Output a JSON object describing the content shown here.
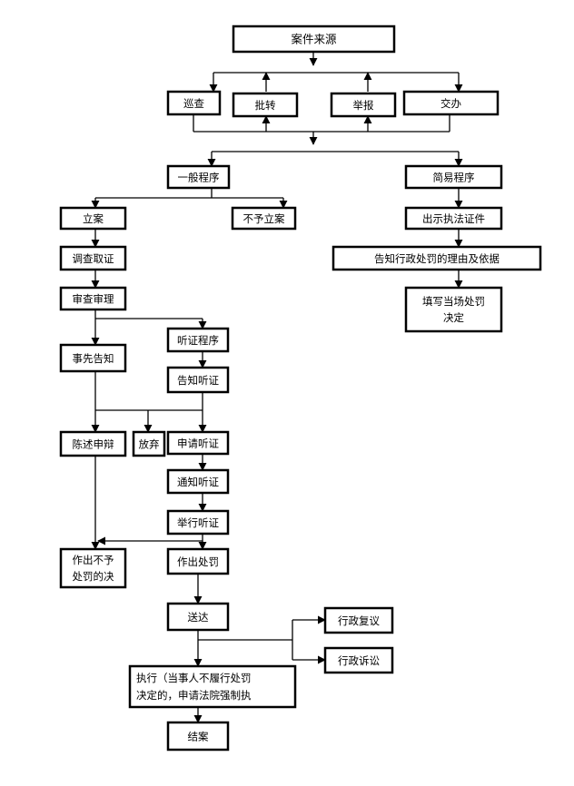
{
  "flowchart": {
    "case_source": "案件来源",
    "sources": [
      "巡查",
      "批转",
      "举报",
      "交办"
    ],
    "general_procedure": "一般程序",
    "simple_procedure": "简易程序",
    "file_case": "立案",
    "no_file_case": "不予立案",
    "investigate": "调查取证",
    "review": "审查审理",
    "prior_notice": "事先告知",
    "hearing_procedure": "听证程序",
    "notify_hearing": "告知听证",
    "statement_defense": "陈述申辩",
    "waive": "放弃",
    "apply_hearing": "申请听证",
    "notice_hearing": "通知听证",
    "hold_hearing": "举行听证",
    "no_penalty_decision_lines": [
      "作出不予",
      "处罚的决"
    ],
    "make_penalty": "作出处罚",
    "deliver": "送达",
    "admin_review": "行政复议",
    "admin_litigation": "行政诉讼",
    "execute_lines": [
      "执行（当事人不履行处罚",
      "决定的，申请法院强制执"
    ],
    "close_case": "结案",
    "show_credentials": "出示执法证件",
    "inform_reasons": "告知行政处罚的理由及依据",
    "fill_decision_lines": [
      "填写当场处罚",
      "决定"
    ]
  }
}
